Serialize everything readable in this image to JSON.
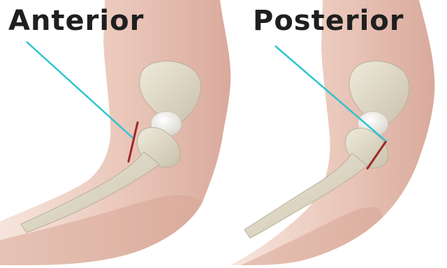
{
  "panels": [
    {
      "id": "left",
      "label": "Anterior"
    },
    {
      "id": "right",
      "label": "Posterior"
    }
  ],
  "colors": {
    "background": "#ffffff",
    "skin_light": "#f3dcd2",
    "skin_mid": "#e7c1b4",
    "skin_dark": "#c99b8f",
    "bone": "#e6e0cf",
    "bone_shadow": "#bdb5a0",
    "cartilage": "#fbfbf8",
    "pointer_line": "#2fc4cd",
    "incision": "#9b2a2a"
  },
  "icons": {
    "figure": "hip-anatomy-illustration"
  }
}
